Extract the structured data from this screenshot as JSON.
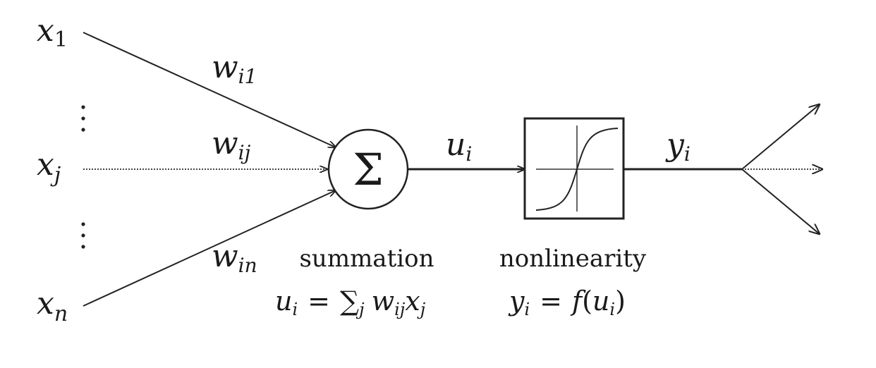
{
  "inputs": {
    "x1": {
      "base": "x",
      "sub": "1"
    },
    "xj": {
      "base": "x",
      "sub": "j"
    },
    "xn": {
      "base": "x",
      "sub": "n"
    }
  },
  "weights": {
    "wi1": {
      "base": "w",
      "sub": "i1"
    },
    "wij": {
      "base": "w",
      "sub": "ij"
    },
    "win": {
      "base": "w",
      "sub": "in"
    }
  },
  "sum_node": {
    "symbol": "Σ",
    "caption": "summation",
    "formula": {
      "lhs_base": "u",
      "lhs_sub": "i",
      "equals": "=",
      "sum_symbol": "∑",
      "sum_sub": "j",
      "term_w": "w",
      "term_w_sub": "ij",
      "term_x": "x",
      "term_x_sub": "j"
    }
  },
  "sum_output": {
    "base": "u",
    "sub": "i"
  },
  "nonlinearity": {
    "caption": "nonlinearity",
    "formula": {
      "lhs_base": "y",
      "lhs_sub": "i",
      "equals": "=",
      "func": "f",
      "open": "(",
      "arg_base": "u",
      "arg_sub": "i",
      "close": ")"
    }
  },
  "output": {
    "base": "y",
    "sub": "i"
  }
}
